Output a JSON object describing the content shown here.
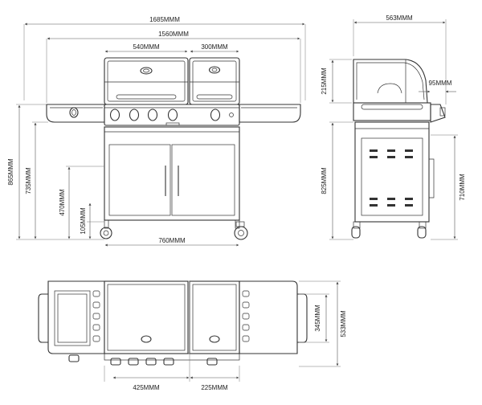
{
  "front_view": {
    "dims": {
      "overall_width": "1685MMM",
      "body_width": "1560MMM",
      "main_hood_width": "540MMM",
      "side_hood_width": "300MMM",
      "total_height": "865MMM",
      "side_table_height": "735MMM",
      "cabinet_height": "470MMM",
      "shelf_height": "105MMM",
      "wheelbase": "760MMM"
    }
  },
  "side_view": {
    "dims": {
      "depth": "563MMM",
      "hood_height": "215MMM",
      "knob_projection": "95MMM",
      "work_height": "825MMM",
      "cabinet_height": "710MMM"
    }
  },
  "top_view": {
    "dims": {
      "inner_depth": "345MMM",
      "overall_depth": "533MMM",
      "main_burner_span": "425MMM",
      "side_burner_span": "225MMM"
    }
  }
}
